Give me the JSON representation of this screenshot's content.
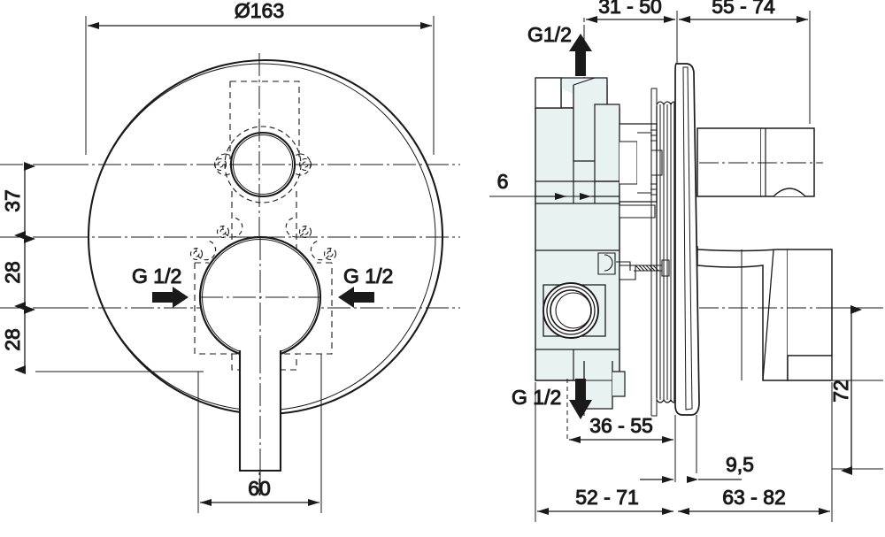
{
  "drawing": {
    "title": "Concealed shower mixer installation drawing",
    "units": "mm",
    "line_color": "#1a1a1a",
    "body_fill": "#e8f2f1",
    "paper": "#ffffff"
  },
  "front_view": {
    "name": "front-view",
    "dimensions": {
      "diameter": "Ø163",
      "vert_top": "37",
      "vert_mid": "28",
      "vert_bottom": "28",
      "lever_width": "60"
    },
    "port_labels": {
      "left": "G 1/2",
      "right": "G 1/2"
    }
  },
  "side_view": {
    "name": "side-section-view",
    "dimensions": {
      "top_left": "31 - 50",
      "top_right": "55 - 74",
      "depth_6": "6",
      "mid_lower": "36 - 55",
      "plate_thickness": "9,5",
      "bottom_left": "52 - 71",
      "bottom_right": "63 - 82",
      "handle_height": "72"
    },
    "port_labels": {
      "top": "G1/2",
      "bottom": "G 1/2"
    }
  }
}
